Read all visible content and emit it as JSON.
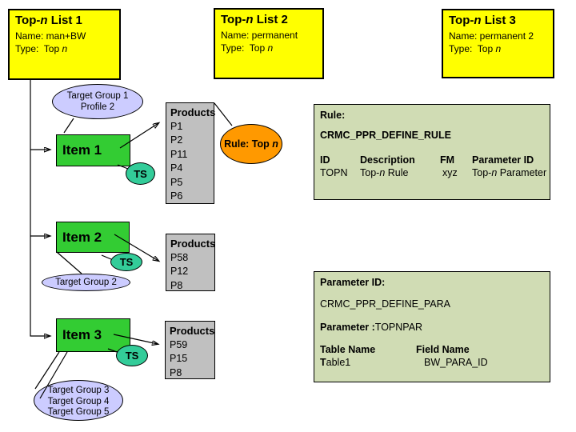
{
  "lists": [
    {
      "title_pre": "Top-",
      "title_n": "n",
      "title_post": " List 1",
      "name": "Name: man+BW",
      "type_pre": "Type:  Top ",
      "type_n": "n"
    },
    {
      "title_pre": "Top-",
      "title_n": "n",
      "title_post": " List 2",
      "name": "Name: permanent",
      "type_pre": "Type:  Top ",
      "type_n": "n"
    },
    {
      "title_pre": "Top-",
      "title_n": "n",
      "title_post": " List 3",
      "name": "Name: permanent 2",
      "type_pre": "Type:  Top ",
      "type_n": "n"
    }
  ],
  "items": [
    {
      "label": "Item 1"
    },
    {
      "label": "Item 2"
    },
    {
      "label": "Item 3"
    }
  ],
  "ts_label": "TS",
  "target_groups": {
    "tg1": {
      "line1": "Target Group 1",
      "line2": "Profile 2"
    },
    "tg2": {
      "line1": "Target Group 2"
    },
    "tg3": {
      "line1": "Target Group 3",
      "line2": "Target Group 4",
      "line3": "Target Group 5"
    }
  },
  "products": [
    {
      "header": "Products",
      "items": [
        "P1",
        "P2",
        "P11",
        "P4",
        "P5",
        "P6"
      ]
    },
    {
      "header": "Products",
      "items": [
        "P58",
        "P12",
        "P8"
      ]
    },
    {
      "header": "Products",
      "items": [
        "P59",
        "P15",
        "P8"
      ]
    }
  ],
  "rule_ellipse": {
    "pre": "Rule: Top ",
    "n": "n"
  },
  "rule_panel": {
    "title": "Rule:",
    "code": "CRMC_PPR_DEFINE_RULE",
    "headers": [
      "ID",
      "Description",
      "FM",
      "Parameter ID"
    ],
    "row": {
      "id": "TOPN",
      "desc_pre": "Top-",
      "desc_n": "n",
      "desc_post": " Rule",
      "fm": "xyz",
      "param_pre": "Top-",
      "param_n": "n",
      "param_post": " Parameter"
    }
  },
  "param_panel": {
    "title": "Parameter ID:",
    "code": "CRMC_PPR_DEFINE_PARA",
    "label_bold": "Parameter :",
    "value": "TOPNPAR",
    "col1": "Table Name",
    "col2": "Field Name",
    "val1_bold": "T",
    "val1_rest": "able1",
    "val2": "BW_PARA_ID"
  },
  "colors": {
    "list_bg": "#FFFF00",
    "item_bg": "#33CC33",
    "ts_bg": "#33CC99",
    "target_group_bg": "#CCCCFF",
    "products_bg": "#C0C0C0",
    "rule_ellipse_bg": "#FF9900",
    "panel_bg": "#D0DCB4",
    "line": "#000000"
  }
}
